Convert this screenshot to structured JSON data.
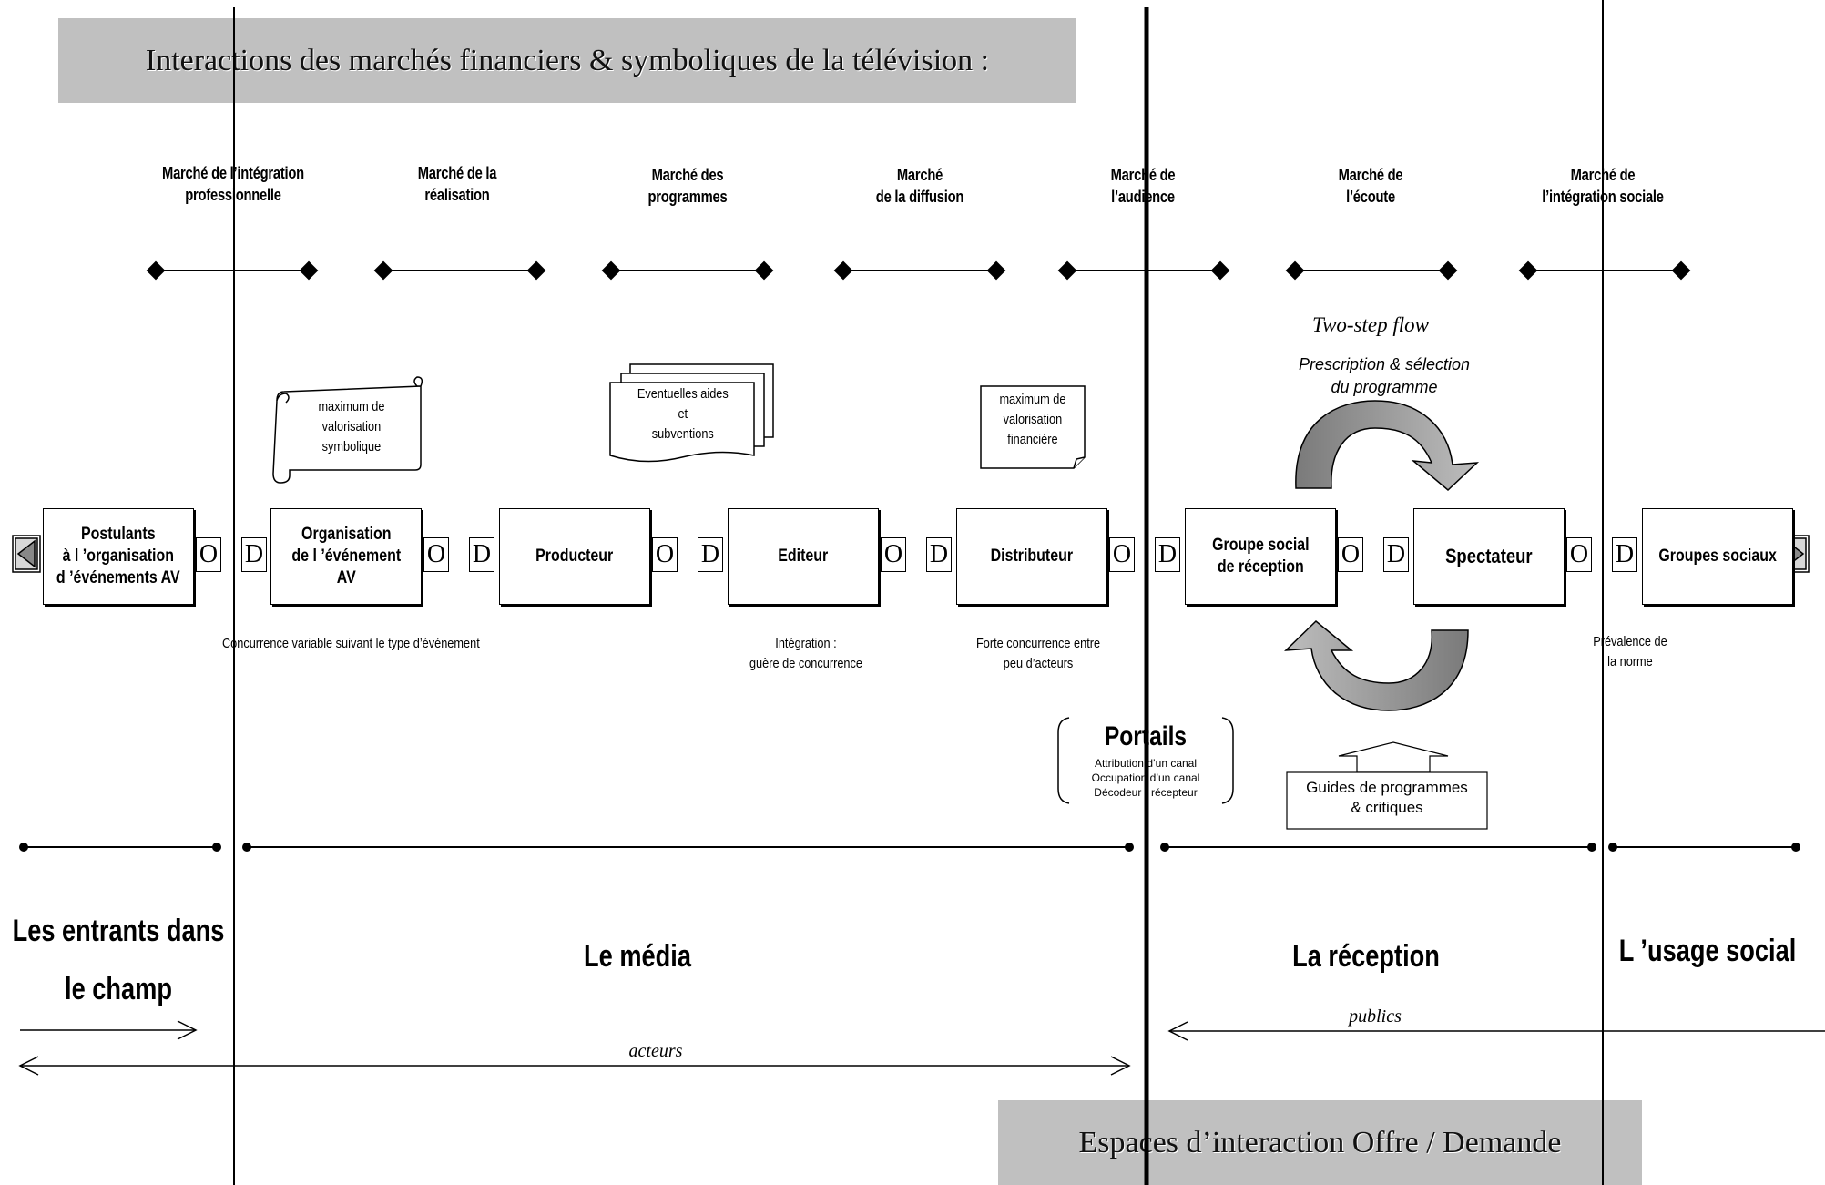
{
  "title": "Interactions des marchés financiers & symboliques de la télévision :",
  "footer_banner": "Espaces d’interaction Offre / Demande",
  "markets": [
    [
      "Marché de l’intégration",
      "professionnelle"
    ],
    [
      "Marché de la",
      "réalisation"
    ],
    [
      "Marché des",
      "programmes"
    ],
    [
      "Marché",
      "de la diffusion"
    ],
    [
      "Marché de",
      "l’audience"
    ],
    [
      "Marché de",
      "l’écoute"
    ],
    [
      "Marché de",
      "l’intégration sociale"
    ]
  ],
  "actors": [
    [
      "Postulants",
      "à l ’organisation",
      "d ’événements AV"
    ],
    [
      "Organisation",
      "de l ’événement",
      "AV"
    ],
    [
      "Producteur"
    ],
    [
      "Editeur"
    ],
    [
      "Distributeur"
    ],
    [
      "Groupe social",
      "de réception"
    ],
    [
      "Spectateur"
    ],
    [
      "Groupes sociaux"
    ]
  ],
  "o_label": "O",
  "d_label": "D",
  "notes": {
    "scroll": [
      "maximum de",
      "valorisation",
      "symbolique"
    ],
    "aids": [
      "Eventuelles aides",
      "et",
      "subventions"
    ],
    "financial": [
      "maximum de",
      "valorisation",
      "financière"
    ],
    "competition": "Concurrence variable suivant le type d’événement",
    "integration": [
      "Intégration :",
      "guère de concurrence"
    ],
    "strong_comp": [
      "Forte concurrence entre",
      "peu d’acteurs"
    ],
    "norm": [
      "Prévalence de",
      "la norme"
    ]
  },
  "two_step": {
    "title": "Two-step flow",
    "line1": "Prescription & sélection",
    "line2": "du programme"
  },
  "portails": {
    "title": "Portails",
    "items": [
      "Attribution d’un canal",
      "Occupation d’un canal",
      "Décodeur - récepteur"
    ]
  },
  "guides": [
    "Guides de programmes",
    "& critiques"
  ],
  "zones": {
    "entrants": [
      "Les entrants dans",
      "le champ"
    ],
    "media": "Le média",
    "reception": "La réception",
    "usage": "L ’usage social"
  },
  "arrows": {
    "acteurs": "acteurs",
    "publics": "publics"
  }
}
